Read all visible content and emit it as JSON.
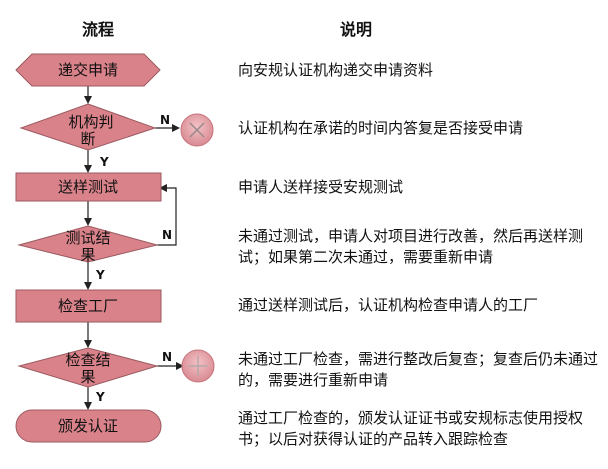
{
  "header": {
    "flow_label": "流程",
    "desc_label": "说明"
  },
  "flow": {
    "submit": "递交申请",
    "judge_line1": "机构判",
    "judge_line2": "断",
    "sample_test": "送样测试",
    "test_result_line1": "测试结",
    "test_result_line2": "果",
    "factory_check": "检查工厂",
    "check_result_line1": "检查结",
    "check_result_line2": "果",
    "certify": "颁发认证"
  },
  "edge_labels": {
    "judge_no": "N",
    "judge_yes": "Y",
    "test_no": "N",
    "test_yes": "Y",
    "check_no": "N",
    "check_yes": "Y"
  },
  "descriptions": {
    "d1": "向安规认证机构递交申请资料",
    "d2": "认证机构在承诺的时间内答复是否接受申请",
    "d3": "申请人送样接受安规测试",
    "d4": "未通过测试，申请人对项目进行改善，然后再送样测试；如果第二次未通过，需要重新申请",
    "d5": "通过送样测试后，认证机构检查申请人的工厂",
    "d6": "未通过工厂检查，需进行整改后复查；复查后仍未通过的，需要进行重新申请",
    "d7": "通过工厂检查的，颁发认证证书或安规标志使用授权书；以后对获得认证的产品转入跟踪检查"
  },
  "colors": {
    "shape_fill": "#d9828a",
    "shape_stroke": "#9b5a60",
    "circle_fill": "#e8a2a8",
    "line": "#222222"
  }
}
